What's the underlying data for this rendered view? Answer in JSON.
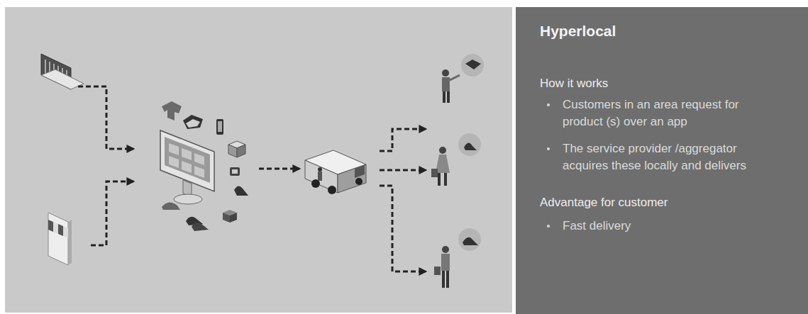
{
  "diagram": {
    "nodes": [
      {
        "text": [
          "Hyperlocal",
          "How it works",
          "Customers in an area request for product (s) over an app",
          "The service provider /aggregator acquires these locally and delivers",
          "Advantage for customer",
          "Fast delivery"
        ]
      }
    ]
  }
}
